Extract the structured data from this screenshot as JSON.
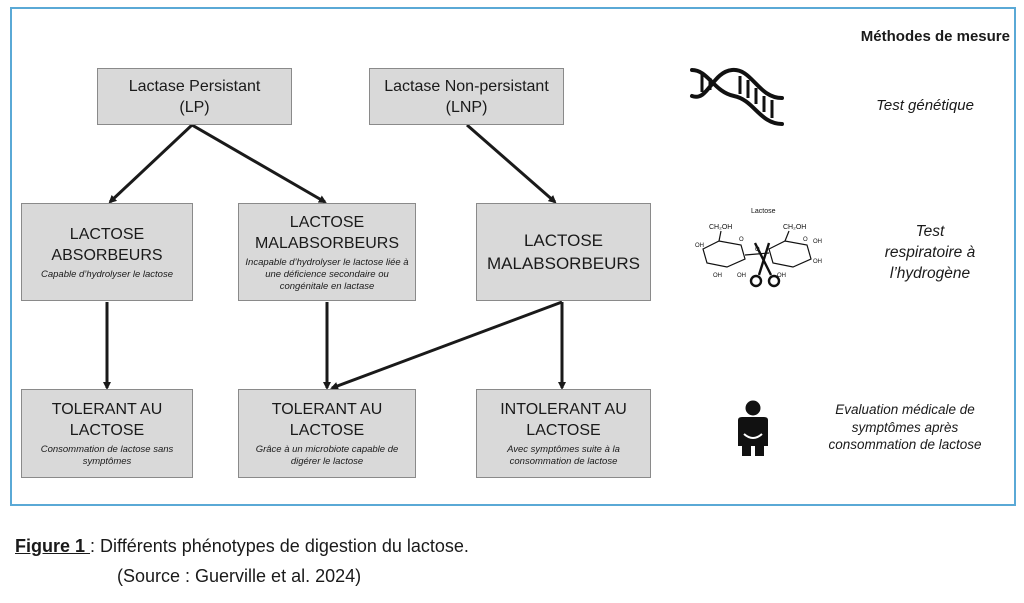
{
  "diagram": {
    "boxes": {
      "lp": {
        "line1": "Lactase Persistant",
        "line2": "(LP)"
      },
      "lnp": {
        "line1": "Lactase Non-persistant",
        "line2": "(LNP)"
      },
      "absorbeurs": {
        "line1": "LACTOSE",
        "line2": "ABSORBEURS",
        "desc": "Capable d’hydrolyser le lactose"
      },
      "malabs_lp": {
        "line1": "LACTOSE",
        "line2": "MALABSORBEURS",
        "desc": "Incapable d’hydrolyser le lactose liée à une déficience secondaire ou congénitale en lactase"
      },
      "malabs_lnp": {
        "line1": "LACTOSE",
        "line2": "MALABSORBEURS"
      },
      "tolerant1": {
        "line1": "TOLERANT AU",
        "line2": "LACTOSE",
        "desc": "Consommation de lactose sans symptômes"
      },
      "tolerant2": {
        "line1": "TOLERANT AU",
        "line2": "LACTOSE",
        "desc": "Grâce à un microbiote capable de digérer le lactose"
      },
      "intolerant": {
        "line1": "INTOLERANT AU",
        "line2": "LACTOSE",
        "desc": "Avec symptômes suite à la consommation de lactose"
      }
    },
    "methods": {
      "title": "Méthodes de mesure",
      "genetic": "Test génétique",
      "breath": [
        "Test",
        "respiratoire à",
        "l’hydrogène"
      ],
      "medical": [
        "Evaluation médicale de",
        "symptômes après",
        "consommation de lactose"
      ],
      "molecule": {
        "name": "Lactose",
        "ch2oh": "CH₂OH",
        "oh": "OH",
        "o": "O"
      }
    }
  },
  "caption": {
    "label": "Figure 1 ",
    "text": ": Différents phénotypes de digestion du lactose.",
    "source": "(Source : Guerville et al. 2024)"
  },
  "colors": {
    "frame": "#5aa9d6",
    "box": "#d9d9d9",
    "arrow": "#1a1a1a"
  }
}
